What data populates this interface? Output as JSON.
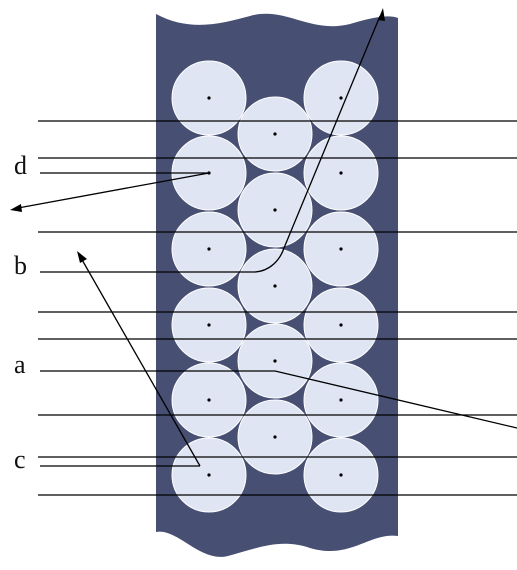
{
  "labels": {
    "a": "a",
    "b": "b",
    "c": "c",
    "d": "d"
  },
  "colors": {
    "slab": "#474f72",
    "fiber": "#dfe5f3",
    "line": "#000000"
  }
}
